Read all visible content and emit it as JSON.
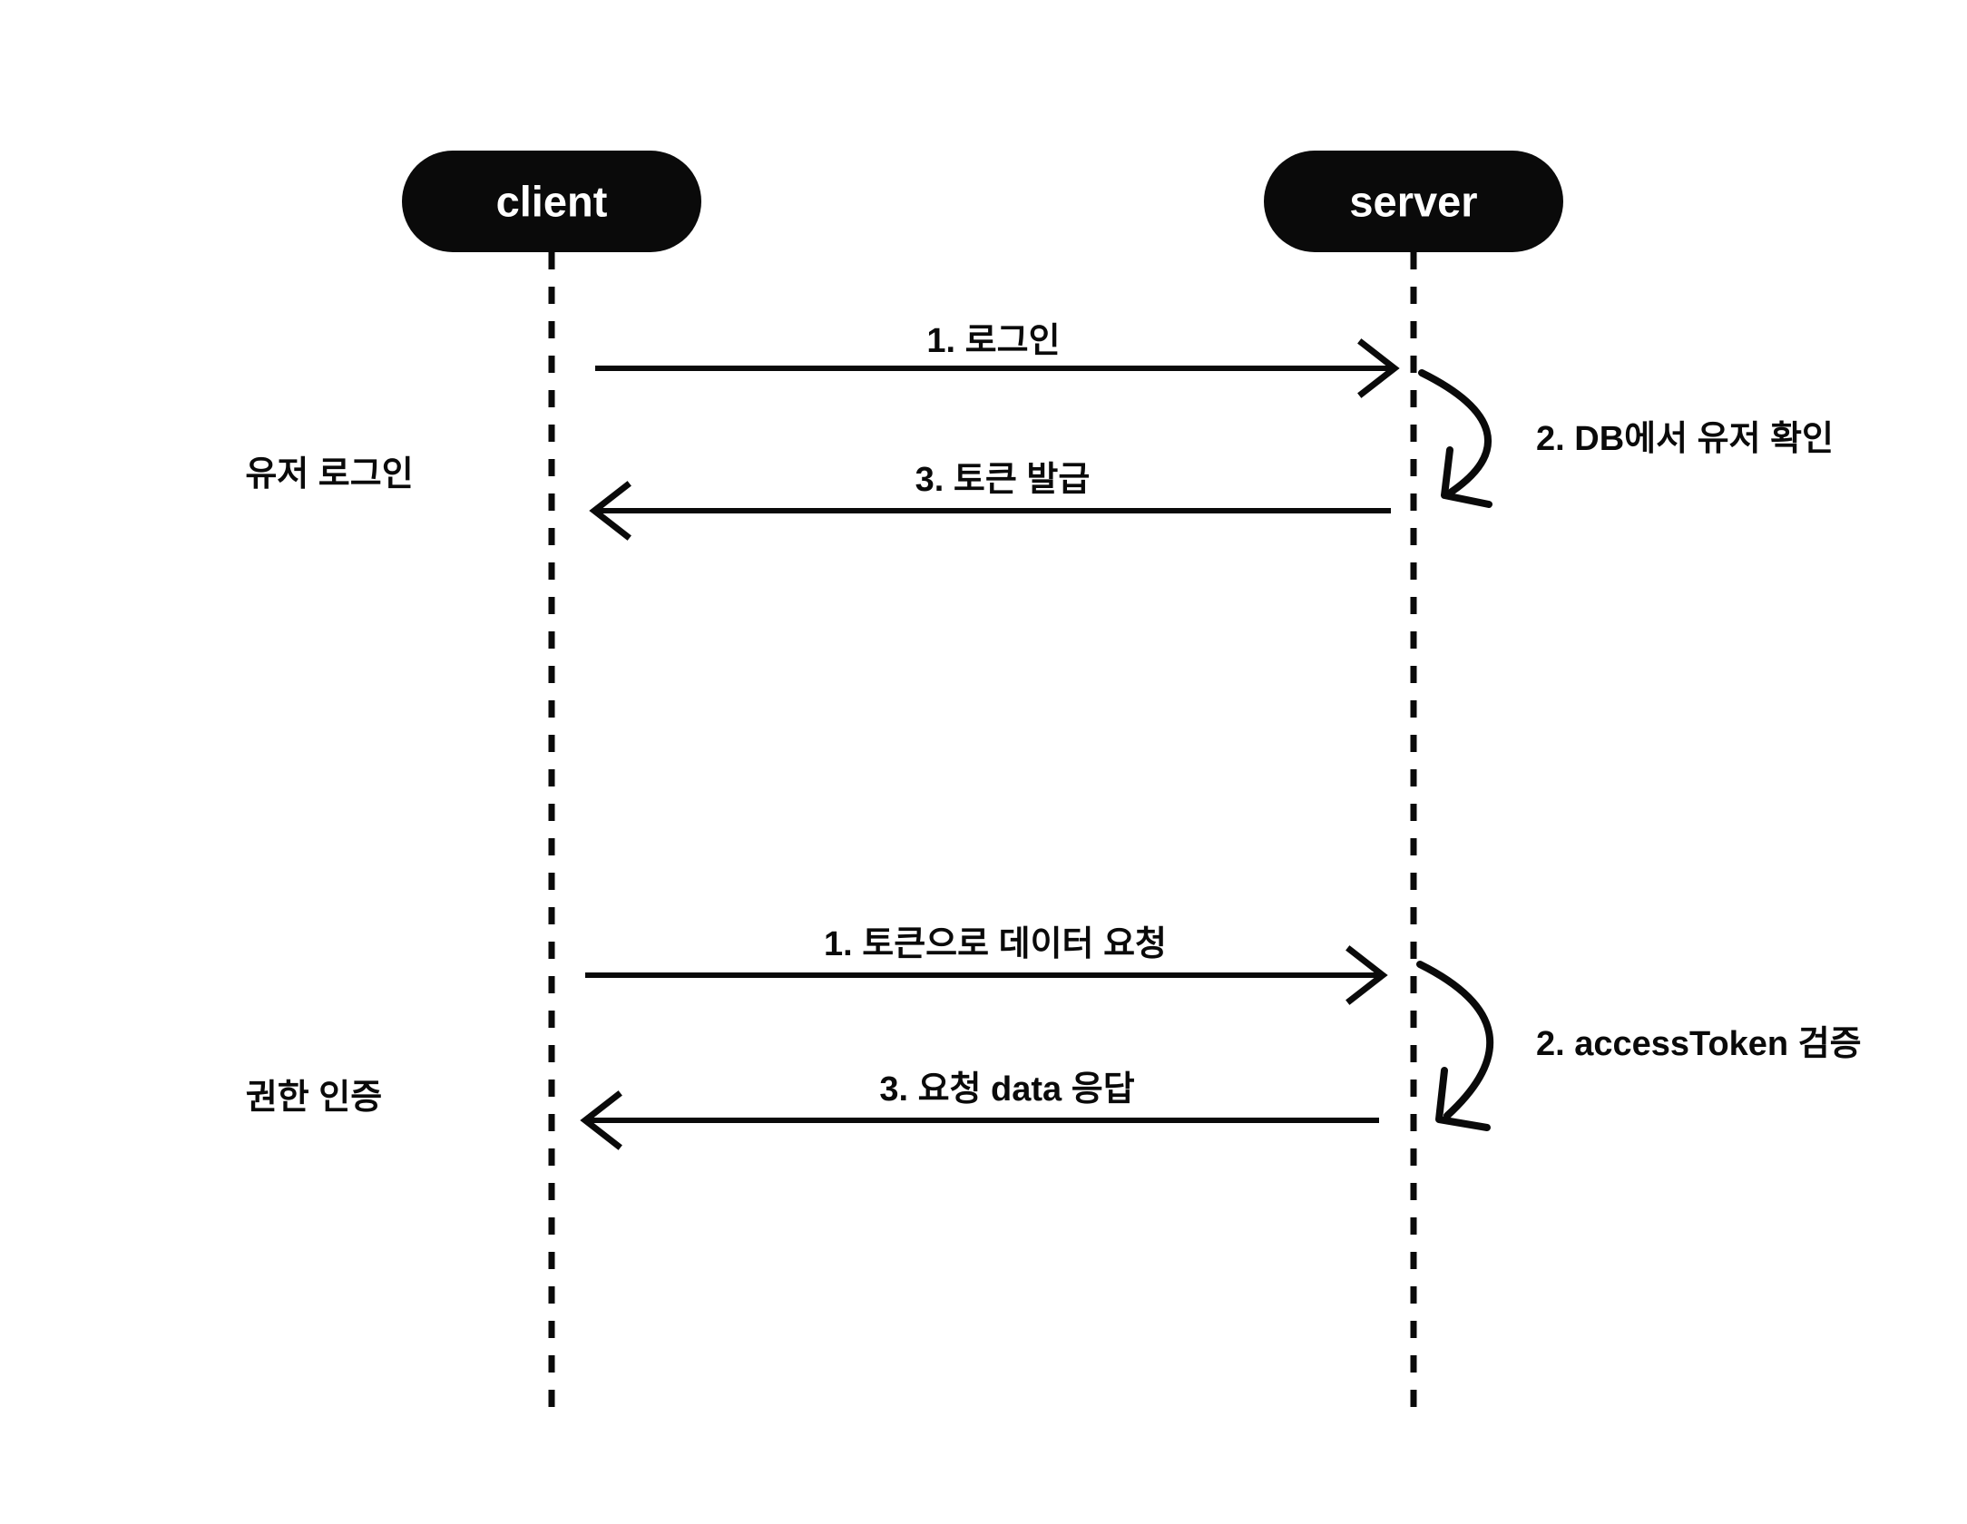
{
  "diagram": {
    "type": "sequence-diagram",
    "background_color": "#ffffff",
    "ink_color": "#0a0a0a",
    "participant_text_color": "#ffffff"
  },
  "participants": [
    {
      "id": "client",
      "label": "client"
    },
    {
      "id": "server",
      "label": "server"
    }
  ],
  "groups": [
    {
      "id": "login",
      "label": "유저 로그인"
    },
    {
      "id": "authz",
      "label": "권한 인증"
    }
  ],
  "messages": [
    {
      "id": "m1",
      "label": "1. 로그인",
      "from": "client",
      "to": "server",
      "direction": "right",
      "kind": "call"
    },
    {
      "id": "m2",
      "label": "2. DB에서 유저 확인",
      "from": "server",
      "to": "server",
      "direction": "self",
      "kind": "self-loop"
    },
    {
      "id": "m3",
      "label": "3. 토큰 발급",
      "from": "server",
      "to": "client",
      "direction": "left",
      "kind": "return"
    },
    {
      "id": "m4",
      "label": "1. 토큰으로 데이터 요청",
      "from": "client",
      "to": "server",
      "direction": "right",
      "kind": "call"
    },
    {
      "id": "m5",
      "label": "2. accessToken 검증",
      "from": "server",
      "to": "server",
      "direction": "self",
      "kind": "self-loop"
    },
    {
      "id": "m6",
      "label": "3. 요청 data 응답",
      "from": "server",
      "to": "client",
      "direction": "left",
      "kind": "return"
    }
  ]
}
